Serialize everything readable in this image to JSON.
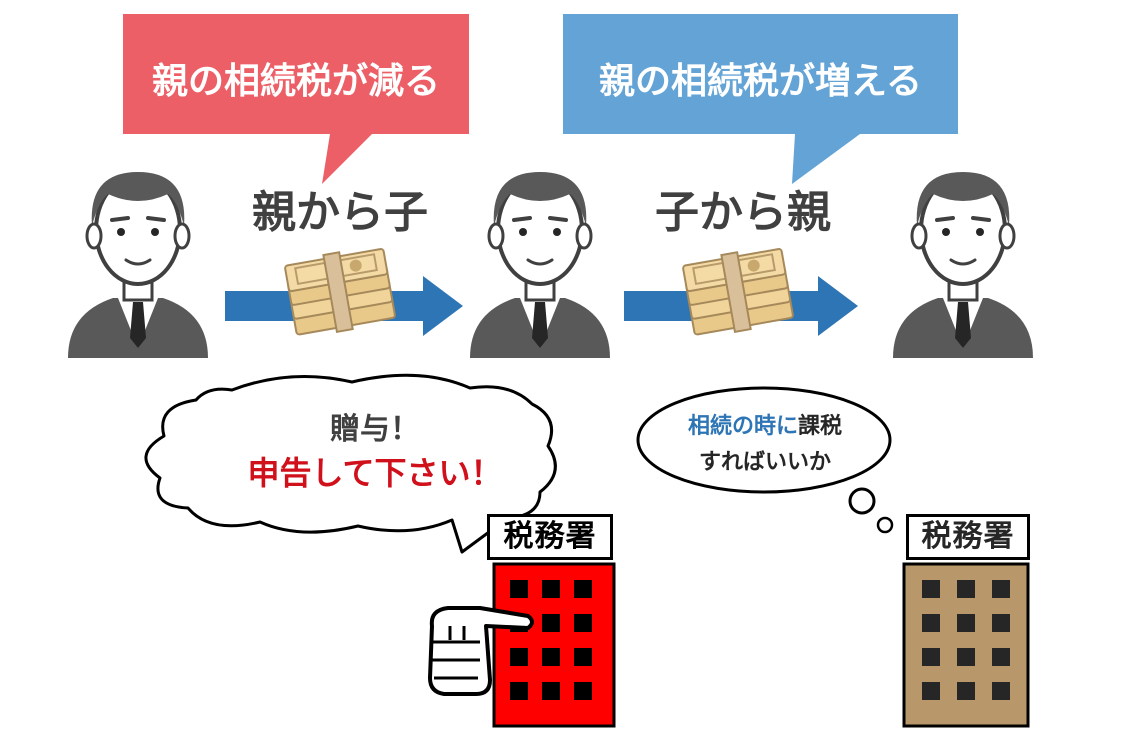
{
  "callouts": {
    "left": {
      "text": "親の相続税が減る",
      "color": "#ec5f67"
    },
    "right": {
      "text": "親の相続税が増える",
      "color": "#63a3d6"
    }
  },
  "flows": {
    "parent_to_child": "親から子",
    "child_to_parent": "子から親"
  },
  "speech": {
    "line1": "贈与！",
    "line2": "申告して下さい！",
    "line2_color": "#d0101a"
  },
  "thought": {
    "line1_blue": "相続の時に",
    "line1_black": "課税",
    "line2": "すればいいか",
    "blue_color": "#2e75b6"
  },
  "tax_office": {
    "left_sign": "税務署",
    "right_sign": "税務署",
    "left_color": "#ff0000",
    "right_color": "#b8976a"
  },
  "colors": {
    "arrow": "#2e75b6",
    "person": "#595959"
  }
}
